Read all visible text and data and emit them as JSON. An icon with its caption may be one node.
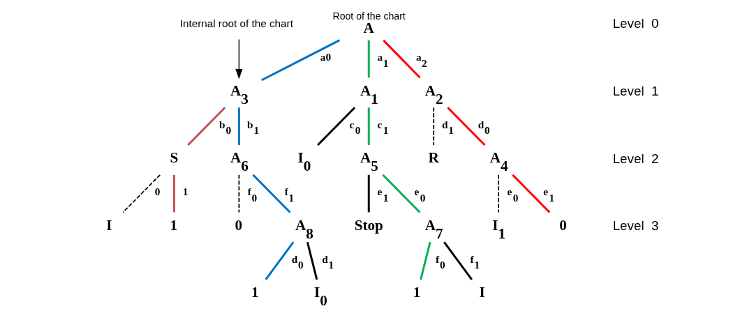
{
  "diagram": {
    "nodes": [
      {
        "text": [
          "Internal root of the chart"
        ]
      },
      {
        "text": [
          "A"
        ],
        "beside": [
          "Root of the chart"
        ]
      },
      {
        "text": [
          "A$_{3}$"
        ]
      },
      {
        "text": [
          "A$_{1}$"
        ]
      },
      {
        "text": [
          "I$_{0}$"
        ]
      },
      {
        "text": [
          "A$_{2}$"
        ]
      },
      {
        "text": [
          "R"
        ]
      },
      {
        "text": [
          "S"
        ]
      },
      {
        "text": [
          "I"
        ]
      },
      {
        "text": [
          "1"
        ]
      },
      {
        "text": [
          "A$_{6}$"
        ]
      },
      {
        "text": [
          "0"
        ]
      },
      {
        "text": [
          "A$_{5}$"
        ]
      },
      {
        "text": [
          "Stop"
        ]
      },
      {
        "text": [
          "A$_{4}$"
        ]
      },
      {
        "text": [
          "I$_{1}$"
        ]
      },
      {
        "text": [
          "0"
        ]
      },
      {
        "text": [
          "A$_{8}$"
        ]
      },
      {
        "text": [
          "1"
        ]
      },
      {
        "text": [
          "I$_{0}$"
        ]
      },
      {
        "text": [
          "A$_{7}$"
        ]
      },
      {
        "text": [
          "1"
        ]
      },
      {
        "text": [
          "I"
        ]
      }
    ],
    "edges": [
      {
        "from": 0,
        "to": 2,
        "arrow": "to"
      },
      {
        "from": 1,
        "to": 2,
        "arrow": "none",
        "label": "a0",
        "color": "#0070c0"
      },
      {
        "from": 1,
        "to": 3,
        "arrow": "none",
        "label": "a$_{1}$",
        "color": "#00b050"
      },
      {
        "from": 1,
        "to": 5,
        "arrow": "none",
        "label": "a$_{2}$",
        "color": "#ff0000"
      },
      {
        "from": 2,
        "to": 7,
        "arrow": "none",
        "label": "b$_{0}$",
        "color": "#c0504d"
      },
      {
        "from": 2,
        "to": 10,
        "arrow": "none",
        "label": "b$_{1}$",
        "color": "#0070c0"
      },
      {
        "from": 3,
        "to": 4,
        "arrow": "none",
        "label": "c$_{0}$"
      },
      {
        "from": 3,
        "to": 12,
        "arrow": "none",
        "label": "c$_{1}$",
        "color": "#00b050"
      },
      {
        "from": 5,
        "to": 14,
        "arrow": "none",
        "label": "d$_{0}$",
        "color": "#ff0000"
      },
      {
        "from": 5,
        "to": 6,
        "arrow": "none",
        "label": "d$_{1}$",
        "style": "dashed"
      },
      {
        "from": 7,
        "to": 8,
        "arrow": "none",
        "label": "0",
        "style": "dashed"
      },
      {
        "from": 7,
        "to": 9,
        "arrow": "none",
        "label": "1",
        "color": "#c0504d"
      },
      {
        "from": 10,
        "to": 11,
        "arrow": "none",
        "label": "f$_{0}$",
        "style": "dashed"
      },
      {
        "from": 10,
        "to": 17,
        "arrow": "none",
        "label": "f$_{1}$",
        "color": "#0070c0"
      },
      {
        "from": 12,
        "to": 20,
        "arrow": "none",
        "label": "e$_{0}$",
        "color": "#00b050"
      },
      {
        "from": 12,
        "to": 13,
        "arrow": "none",
        "label": "e$_{1}$"
      },
      {
        "from": 14,
        "to": 15,
        "arrow": "none",
        "label": "e$_{0}$",
        "style": "dashed"
      },
      {
        "from": 14,
        "to": 16,
        "arrow": "none",
        "label": "e$_{1}$",
        "color": "#ff0000"
      },
      {
        "from": 17,
        "to": 18,
        "arrow": "none",
        "label": "d$_{0}$",
        "color": "#0070c0"
      },
      {
        "from": 17,
        "to": 19,
        "arrow": "none",
        "label": "d$_{1}$"
      },
      {
        "from": 20,
        "to": 21,
        "arrow": "none",
        "label": "f$_{0}$",
        "color": "#00b050"
      },
      {
        "from": 20,
        "to": 22,
        "arrow": "none",
        "label": "f$_{1}$"
      }
    ],
    "labels": [
      "Level  0",
      "Level  1",
      "Level  2",
      "Level  3"
    ]
  }
}
